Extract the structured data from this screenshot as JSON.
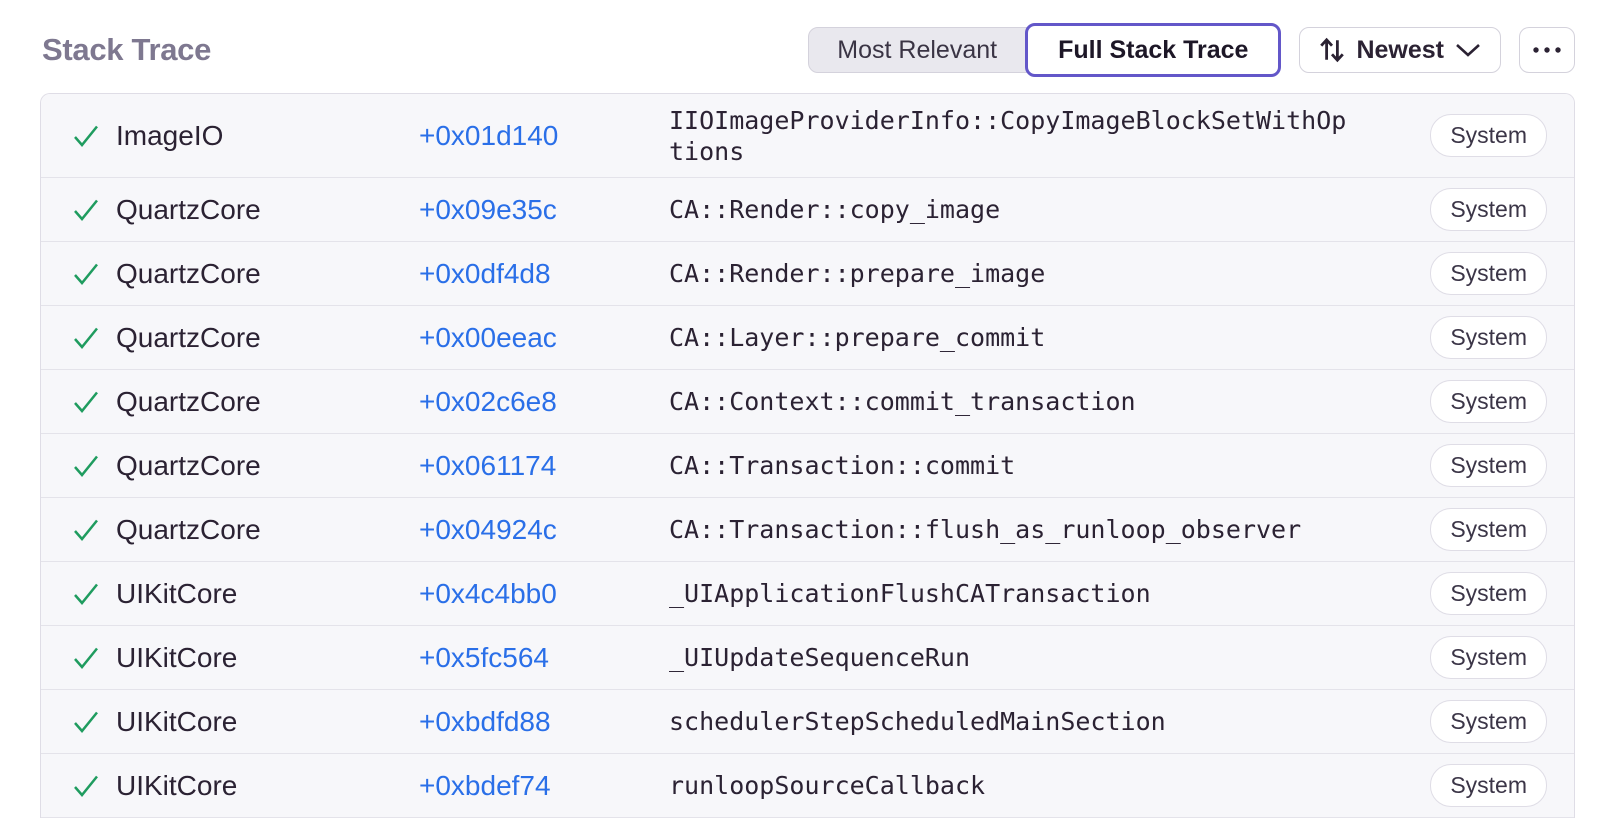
{
  "colors": {
    "accent_purple": "#6357C9",
    "link_blue": "#2A6FE8",
    "check_green": "#1F9C5F"
  },
  "header": {
    "title": "Stack Trace",
    "view_toggle": {
      "options": [
        {
          "label": "Most Relevant",
          "active": false
        },
        {
          "label": "Full Stack Trace",
          "active": true
        }
      ]
    },
    "sort": {
      "label": "Newest",
      "icon": "sort-arrows-icon",
      "chevron": "chevron-down-icon"
    },
    "more": {
      "icon": "ellipsis-icon"
    }
  },
  "stack_trace": {
    "frames": [
      {
        "module": "ImageIO",
        "offset": "+0x01d140",
        "function": "IIOImageProviderInfo::CopyImageBlockSetWithOptions",
        "badge": "System"
      },
      {
        "module": "QuartzCore",
        "offset": "+0x09e35c",
        "function": "CA::Render::copy_image",
        "badge": "System"
      },
      {
        "module": "QuartzCore",
        "offset": "+0x0df4d8",
        "function": "CA::Render::prepare_image",
        "badge": "System"
      },
      {
        "module": "QuartzCore",
        "offset": "+0x00eeac",
        "function": "CA::Layer::prepare_commit",
        "badge": "System"
      },
      {
        "module": "QuartzCore",
        "offset": "+0x02c6e8",
        "function": "CA::Context::commit_transaction",
        "badge": "System"
      },
      {
        "module": "QuartzCore",
        "offset": "+0x061174",
        "function": "CA::Transaction::commit",
        "badge": "System"
      },
      {
        "module": "QuartzCore",
        "offset": "+0x04924c",
        "function": "CA::Transaction::flush_as_runloop_observer",
        "badge": "System"
      },
      {
        "module": "UIKitCore",
        "offset": "+0x4c4bb0",
        "function": "_UIApplicationFlushCATransaction",
        "badge": "System"
      },
      {
        "module": "UIKitCore",
        "offset": "+0x5fc564",
        "function": "_UIUpdateSequenceRun",
        "badge": "System"
      },
      {
        "module": "UIKitCore",
        "offset": "+0xbdfd88",
        "function": "schedulerStepScheduledMainSection",
        "badge": "System"
      },
      {
        "module": "UIKitCore",
        "offset": "+0xbdef74",
        "function": "runloopSourceCallback",
        "badge": "System"
      }
    ]
  }
}
